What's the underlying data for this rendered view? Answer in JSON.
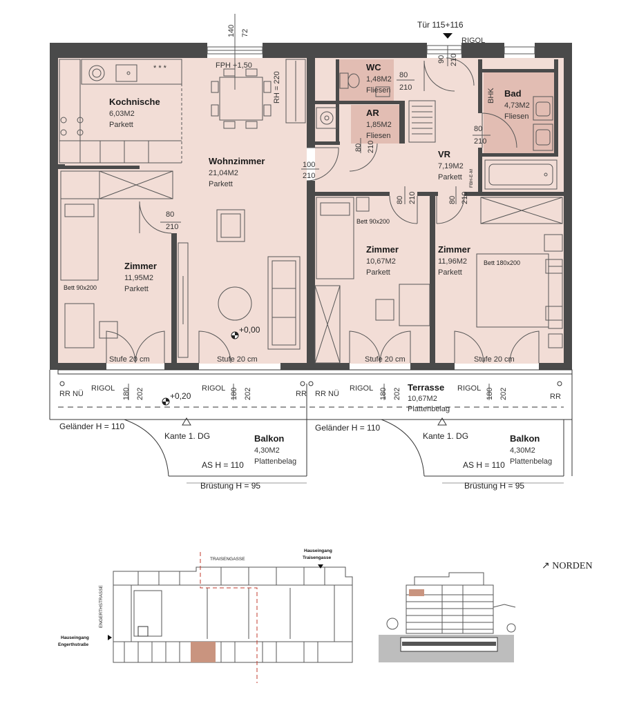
{
  "rooms": {
    "kochnische": {
      "name": "Kochnische",
      "area": "6,03M2",
      "floor": "Parkett"
    },
    "wohnzimmer": {
      "name": "Wohnzimmer",
      "area": "21,04M2",
      "floor": "Parkett"
    },
    "zimmer1": {
      "name": "Zimmer",
      "area": "11,95M2",
      "floor": "Parkett"
    },
    "wc": {
      "name": "WC",
      "area": "1,48M2",
      "floor": "Fliesen"
    },
    "ar": {
      "name": "AR",
      "area": "1,85M2",
      "floor": "Fliesen"
    },
    "bad": {
      "name": "Bad",
      "area": "4,73M2",
      "floor": "Fliesen"
    },
    "vr": {
      "name": "VR",
      "area": "7,19M2",
      "floor": "Parkett"
    },
    "zimmer2": {
      "name": "Zimmer",
      "area": "10,67M2",
      "floor": "Parkett"
    },
    "zimmer3": {
      "name": "Zimmer",
      "area": "11,96M2",
      "floor": "Parkett"
    },
    "terrasse": {
      "name": "Terrasse",
      "area": "10,67M2",
      "floor": "Plattenbelag"
    },
    "balkon1": {
      "name": "Balkon",
      "area": "4,30M2",
      "floor": "Plattenbelag"
    },
    "balkon2": {
      "name": "Balkon",
      "area": "4,30M2",
      "floor": "Plattenbelag"
    }
  },
  "labels": {
    "tuer": "Tür 115+116",
    "rigol": "RIGOL",
    "fph": "FPH +1,50",
    "rh": "RH = 220",
    "dim140": "140",
    "dim72": "72",
    "bhk": "BHK",
    "fbh": "FBH-E-M",
    "d80": "80",
    "d90": "90",
    "d100": "100",
    "d180": "180",
    "d202": "202",
    "d210": "210",
    "bett90a": "Bett 90x200",
    "bett90b": "Bett 90x200",
    "bett180": "Bett 180x200",
    "level0": "+0,00",
    "level020": "+0,20",
    "stufe": "Stufe 20 cm",
    "rrnue": "RR NÜ",
    "rr": "RR",
    "gelaender": "Geländer H = 110",
    "kante": "Kante 1. DG",
    "as": "AS H = 110",
    "bruestung": "Brüstung H = 95"
  },
  "siteplan": {
    "traisengasse": "TRAISENGASSE",
    "engerthstrasse": "ENGERTHSTRASSE",
    "eingang_traisen": [
      "Hauseingang",
      "Traisengasse"
    ],
    "eingang_engerth": [
      "Hauseingang",
      "Engerthstraße"
    ]
  },
  "north": "↗ NORDEN",
  "colors": {
    "room_fill": "#f2ddd6",
    "wet_fill": "#e2bdb3",
    "wall": "#4a4a4a",
    "highlight": "#c9947f"
  }
}
